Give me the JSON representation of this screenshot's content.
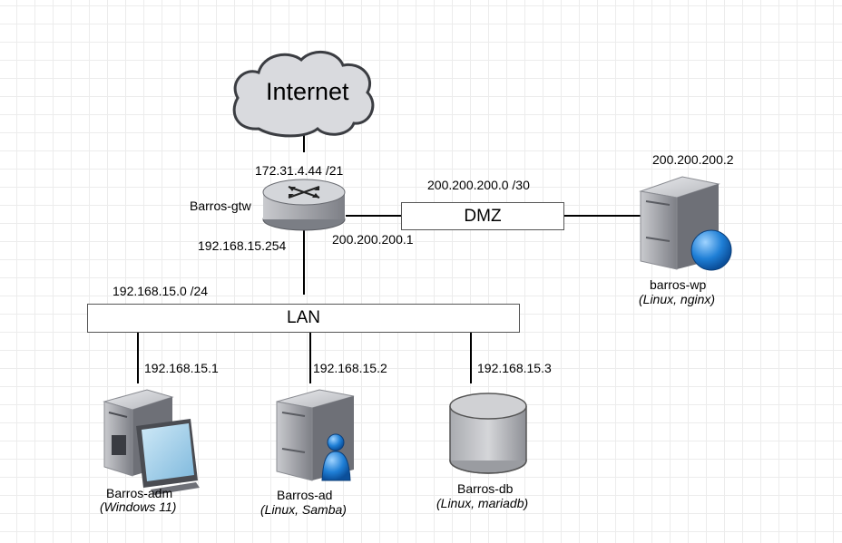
{
  "internet": {
    "label": "Internet",
    "wan_ip": "172.31.4.44 /21"
  },
  "gateway": {
    "name": "Barros-gtw",
    "lan_ip": "192.168.15.254",
    "dmz_ip": "200.200.200.1"
  },
  "dmz": {
    "label": "DMZ",
    "network": "200.200.200.0 /30"
  },
  "lan": {
    "label": "LAN",
    "network": "192.168.15.0 /24"
  },
  "hosts": {
    "wp": {
      "name": "barros-wp",
      "os": "(Linux, nginx)",
      "ip": "200.200.200.2"
    },
    "adm": {
      "name": "Barros-adm",
      "os": "(Windows 11)",
      "ip": "192.168.15.1"
    },
    "ad": {
      "name": "Barros-ad",
      "os": "(Linux, Samba)",
      "ip": "192.168.15.2"
    },
    "db": {
      "name": "Barros-db",
      "os": "(Linux, mariadb)",
      "ip": "192.168.15.3"
    }
  }
}
